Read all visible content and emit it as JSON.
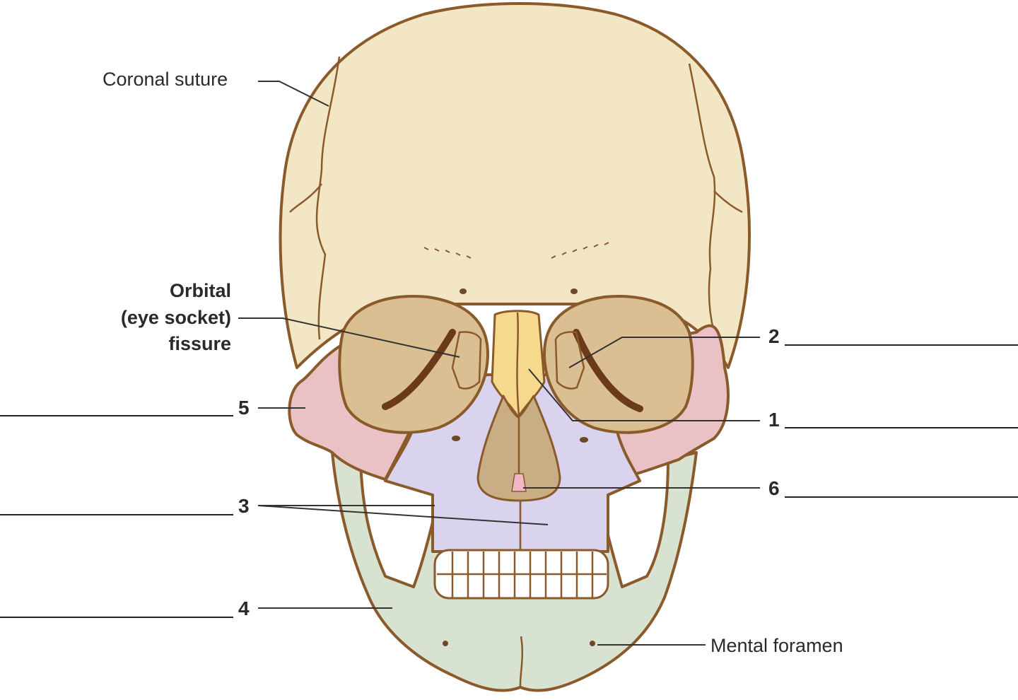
{
  "labels": {
    "coronal_suture": "Coronal suture",
    "orbital_line1": "Orbital",
    "orbital_line2": "(eye socket)",
    "orbital_line3": "fissure",
    "mental_foramen": "Mental foramen",
    "num_1": "1",
    "num_2": "2",
    "num_3": "3",
    "num_4": "4",
    "num_5": "5",
    "num_6": "6"
  },
  "colors": {
    "frontal": "#f3e6c4",
    "zygomatic": "#eac1c4",
    "maxilla": "#d9d3ee",
    "mandible": "#d7e2d0",
    "nasal": "#f7d98e",
    "lacrimal": "#9ec7df",
    "orbit": "#d9bf92",
    "nasal_cavity": "#c9ad84",
    "outline": "#8a5a2b"
  }
}
